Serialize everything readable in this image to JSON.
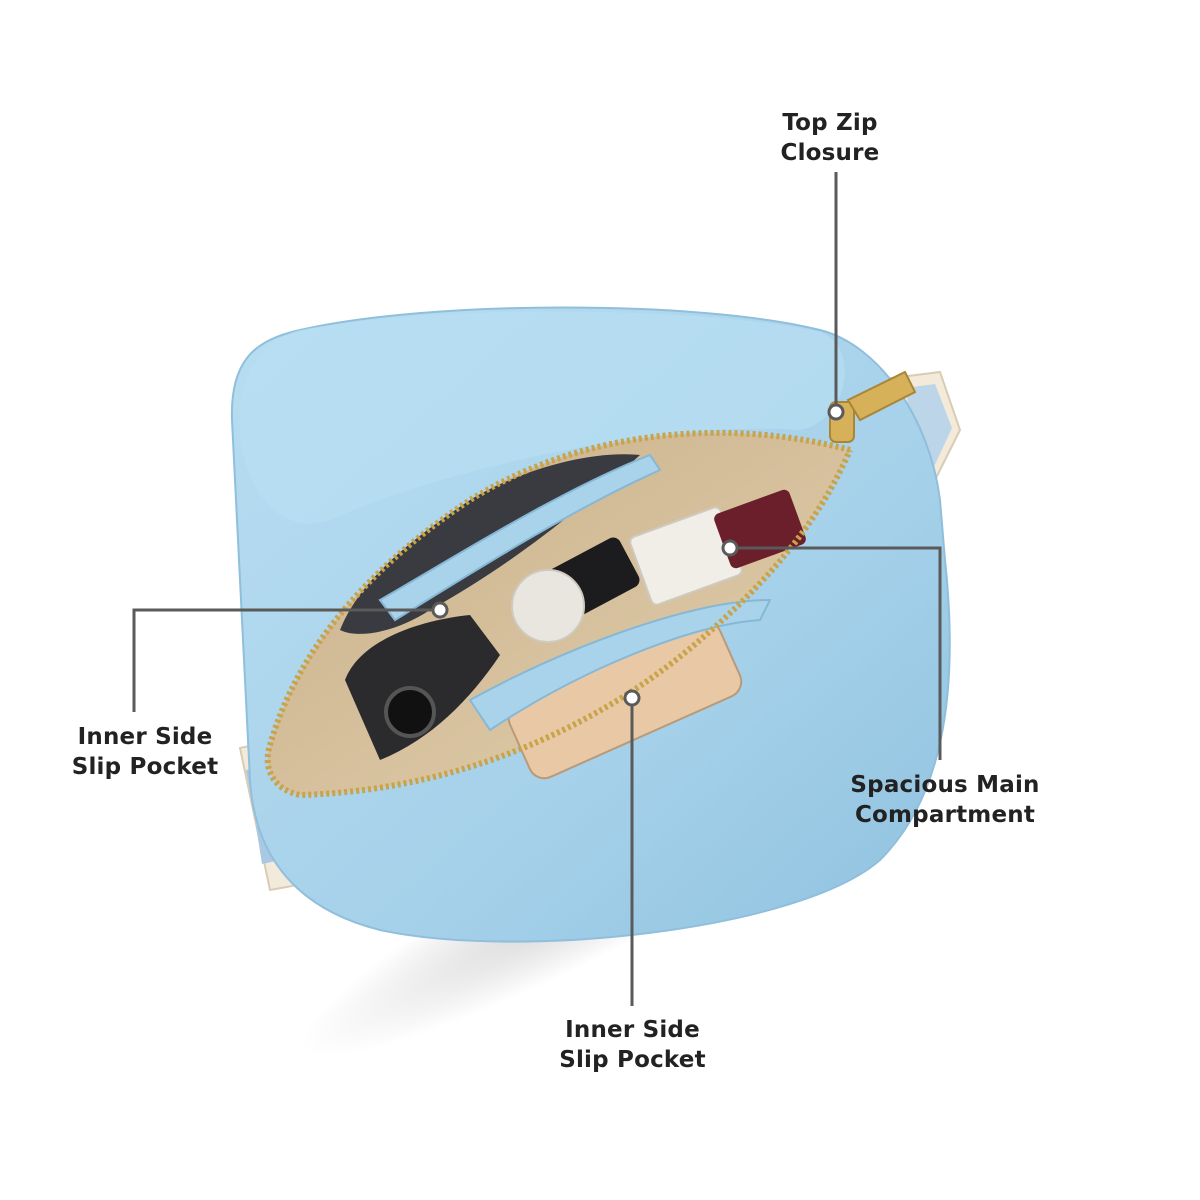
{
  "callouts": {
    "top_zip": {
      "line1": "Top Zip",
      "line2": "Closure"
    },
    "inner_left": {
      "line1": "Inner Side",
      "line2": "Slip Pocket"
    },
    "main_compartment": {
      "line1": "Spacious Main",
      "line2": "Compartment"
    },
    "inner_bottom": {
      "line1": "Inner Side",
      "line2": "Slip Pocket"
    }
  },
  "colors": {
    "background": "#ffffff",
    "bag_body": "#a9d3ea",
    "bag_shadow": "#8bbfdc",
    "lining": "#d9c5a3",
    "zipper": "#c9a34a",
    "leader_line": "#5a5a5a",
    "label_text": "#222222"
  },
  "icons": {
    "pointer": "dot-icon"
  }
}
